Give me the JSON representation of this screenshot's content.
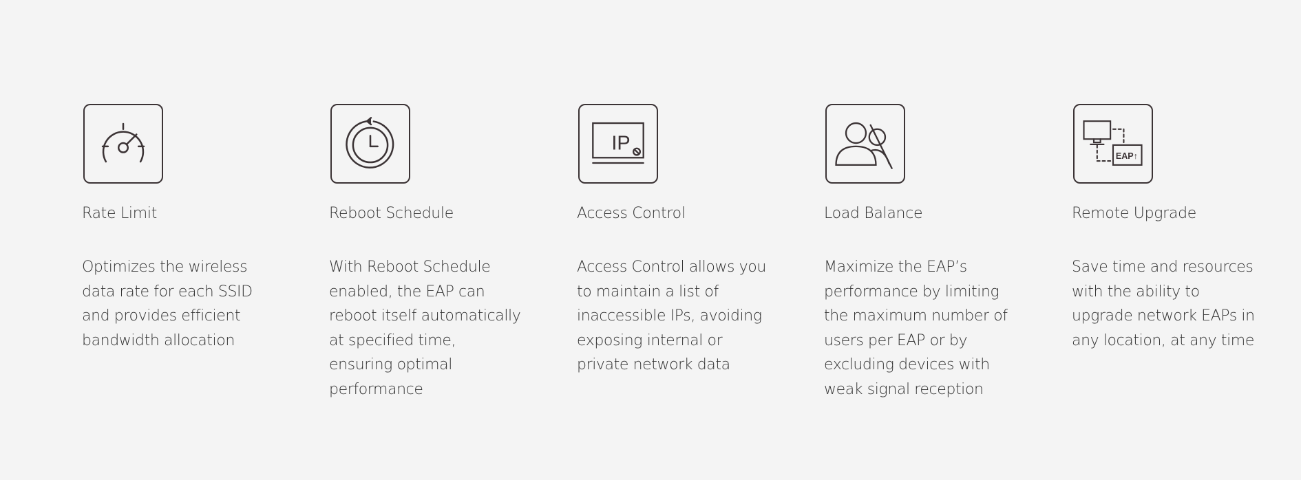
{
  "features": [
    {
      "icon": "speedometer-icon",
      "title": "Rate Limit",
      "description": "Optimizes the wireless data rate for each SSID and provides efficient bandwidth allocation"
    },
    {
      "icon": "clock-refresh-icon",
      "title": "Reboot Schedule",
      "description": "With Reboot Schedule enabled, the EAP can reboot itself automatically at specified time, ensuring optimal performance"
    },
    {
      "icon": "ip-block-icon",
      "title": "Access Control",
      "description": "Access Control allows you to maintain a list of inaccessible IPs, avoiding exposing internal or private network data",
      "icon_text": "IP"
    },
    {
      "icon": "users-limit-icon",
      "title": "Load Balance",
      "description": "Maximize the EAP’s performance by limiting the maximum number of users per EAP or by excluding devices with weak signal reception"
    },
    {
      "icon": "remote-upgrade-icon",
      "title": "Remote Upgrade",
      "description": "Save time and resources with the ability to upgrade network EAPs in any location, at any time",
      "icon_text": "EAP↑"
    }
  ],
  "colors": {
    "background": "#f4f4f4",
    "icon_stroke": "#3b3335",
    "text": "#333333"
  }
}
